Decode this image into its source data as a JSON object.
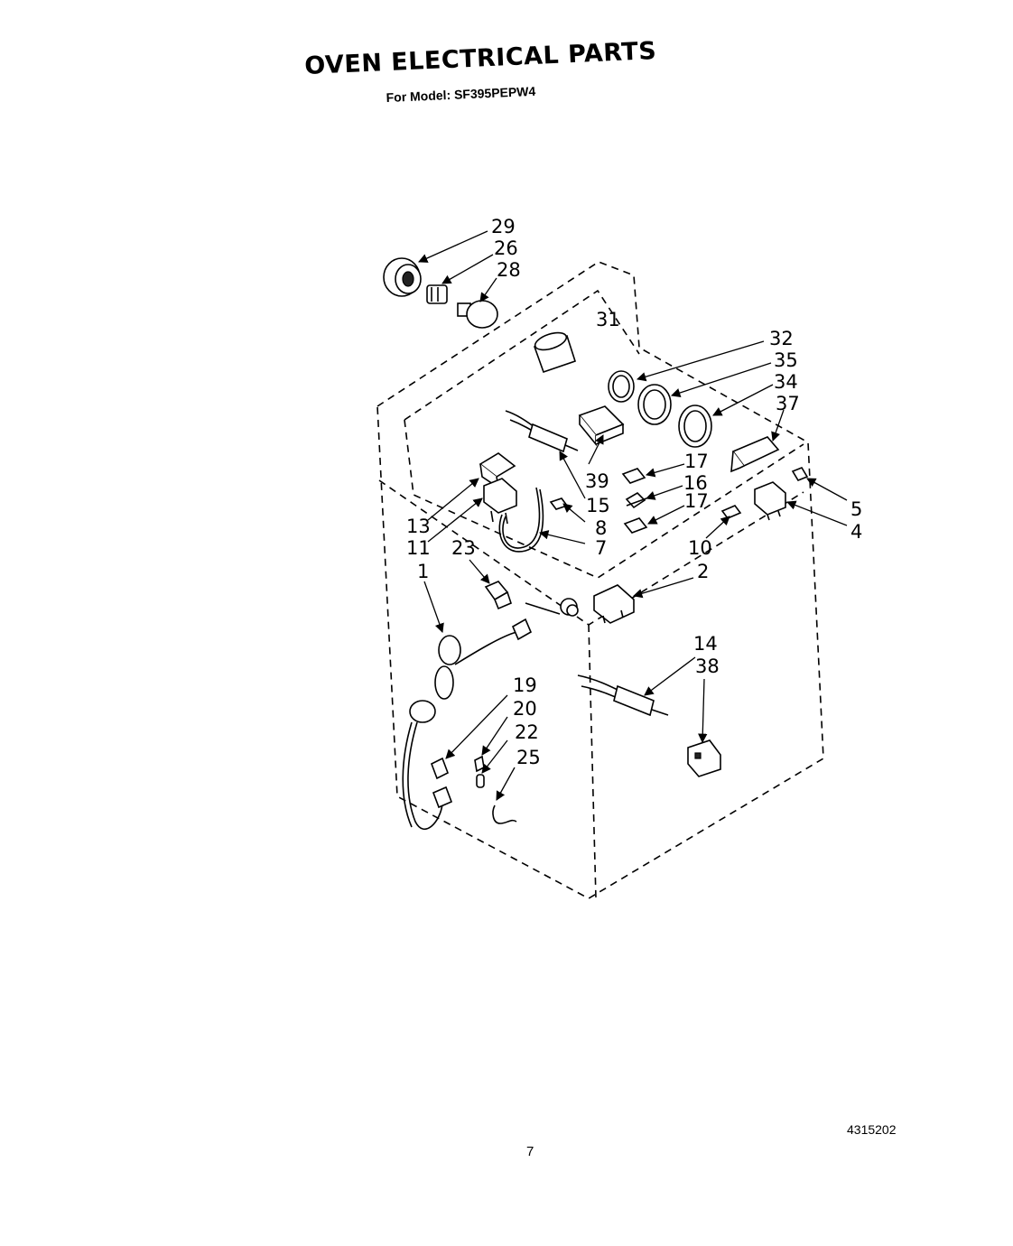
{
  "header": {
    "title": "OVEN ELECTRICAL PARTS",
    "subtitle": "For Model: SF395PEPW4"
  },
  "footer": {
    "doc_number": "4315202",
    "page_number": "7"
  },
  "callouts": {
    "c29": "29",
    "c26": "26",
    "c28": "28",
    "c31": "31",
    "c32": "32",
    "c35": "35",
    "c34": "34",
    "c37": "37",
    "c17a": "17",
    "c16": "16",
    "c17b": "17",
    "c5": "5",
    "c4": "4",
    "c39": "39",
    "c15": "15",
    "c8": "8",
    "c7": "7",
    "c13": "13",
    "c11": "11",
    "c23": "23",
    "c1": "1",
    "c10": "10",
    "c2": "2",
    "c14": "14",
    "c38": "38",
    "c19": "19",
    "c20": "20",
    "c22": "22",
    "c25": "25"
  }
}
